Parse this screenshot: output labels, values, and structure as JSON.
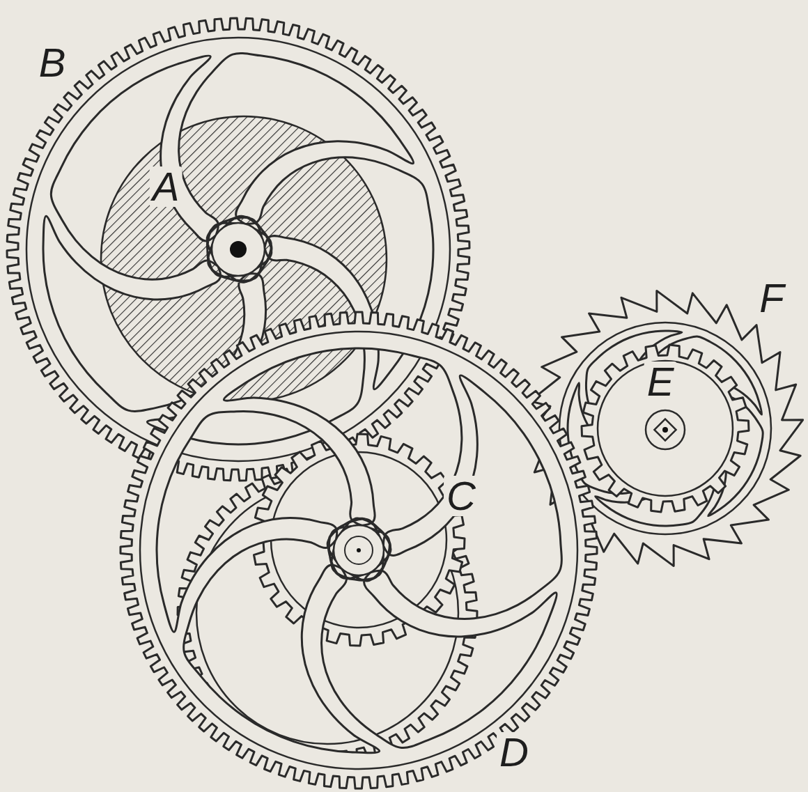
{
  "diagram": {
    "labels": [
      "B",
      "A",
      "F",
      "E",
      "C",
      "D"
    ]
  }
}
